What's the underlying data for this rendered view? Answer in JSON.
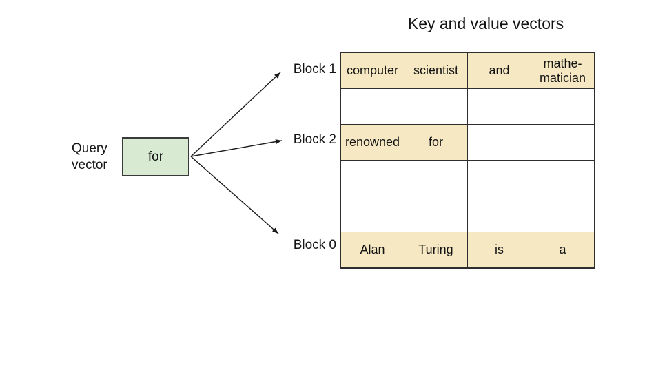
{
  "title": "Key and value vectors",
  "query": {
    "label": "Query\nvector",
    "box_text": "for"
  },
  "block_labels": {
    "block1": "Block 1",
    "block2": "Block 2",
    "block0": "Block 0"
  },
  "table": {
    "rows": [
      {
        "cells": [
          "computer",
          "scientist",
          "and",
          "mathe-\nmatician"
        ]
      },
      {
        "cells": [
          "",
          "",
          "",
          ""
        ]
      },
      {
        "cells": [
          "renowned",
          "for",
          "",
          ""
        ]
      },
      {
        "cells": [
          "",
          "",
          "",
          ""
        ]
      },
      {
        "cells": [
          "",
          "",
          "",
          ""
        ]
      },
      {
        "cells": [
          "Alan",
          "Turing",
          "is",
          "a"
        ]
      }
    ]
  },
  "colors": {
    "filled_cell_fill": "#f6e8c3",
    "query_box_fill": "#d9ead3",
    "border": "#2e2e2e",
    "background": "#ffffff",
    "text": "#141414"
  }
}
